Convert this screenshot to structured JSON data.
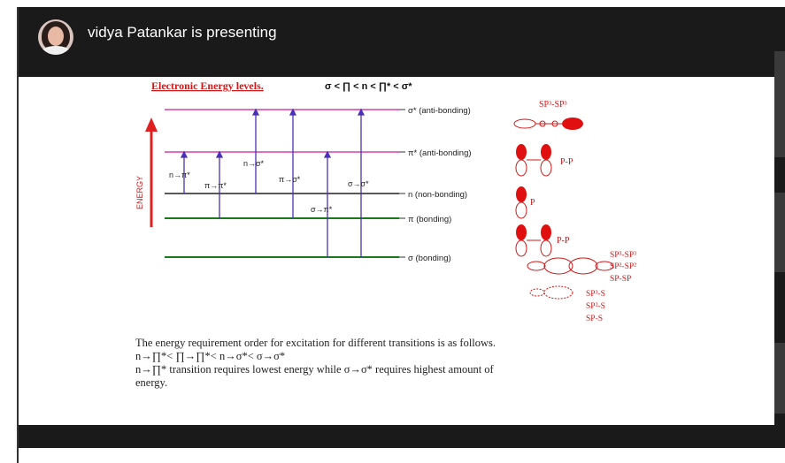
{
  "meeting": {
    "presenter_text": "vidya Patankar is presenting"
  },
  "slide": {
    "title": "Electronic Energy levels.",
    "order": "σ < ∏ < n < ∏* < σ*",
    "energy_axis_label": "ENERGY",
    "levels": {
      "sigma_star": "σ* (anti-bonding)",
      "pi_star": "π* (anti-bonding)",
      "n": "n (non-bonding)",
      "pi": "π (bonding)",
      "sigma": "σ (bonding)"
    },
    "transitions": {
      "n_pi_star": "n→π*",
      "pi_pi_star": "π→π*",
      "n_sigma_star": "n→σ*",
      "pi_sigma_star": "π→σ*",
      "sigma_pi_star": "σ→π*",
      "sigma_sigma_star": "σ→σ*"
    },
    "orbitals": {
      "sp3_sp3_top": "SP³-SP³",
      "p_p_1": "P-P",
      "p": "P",
      "p_p_2": "P-P",
      "sp3_sp3": "SP³-SP³",
      "sp2_sp2": "SP²-SP²",
      "sp_sp": "SP-SP",
      "sp3_s": "SP³-S",
      "sp2_s": "SP²-S",
      "sp_s": "SP-S"
    },
    "paragraph": {
      "line1": "The energy requirement order for excitation for different transitions is as follows.",
      "line2": "n→∏*< ∏→∏*< n→σ*< σ→σ*",
      "line3": "n→∏* transition requires lowest energy while σ→σ* requires highest amount of",
      "line4": "energy."
    }
  }
}
